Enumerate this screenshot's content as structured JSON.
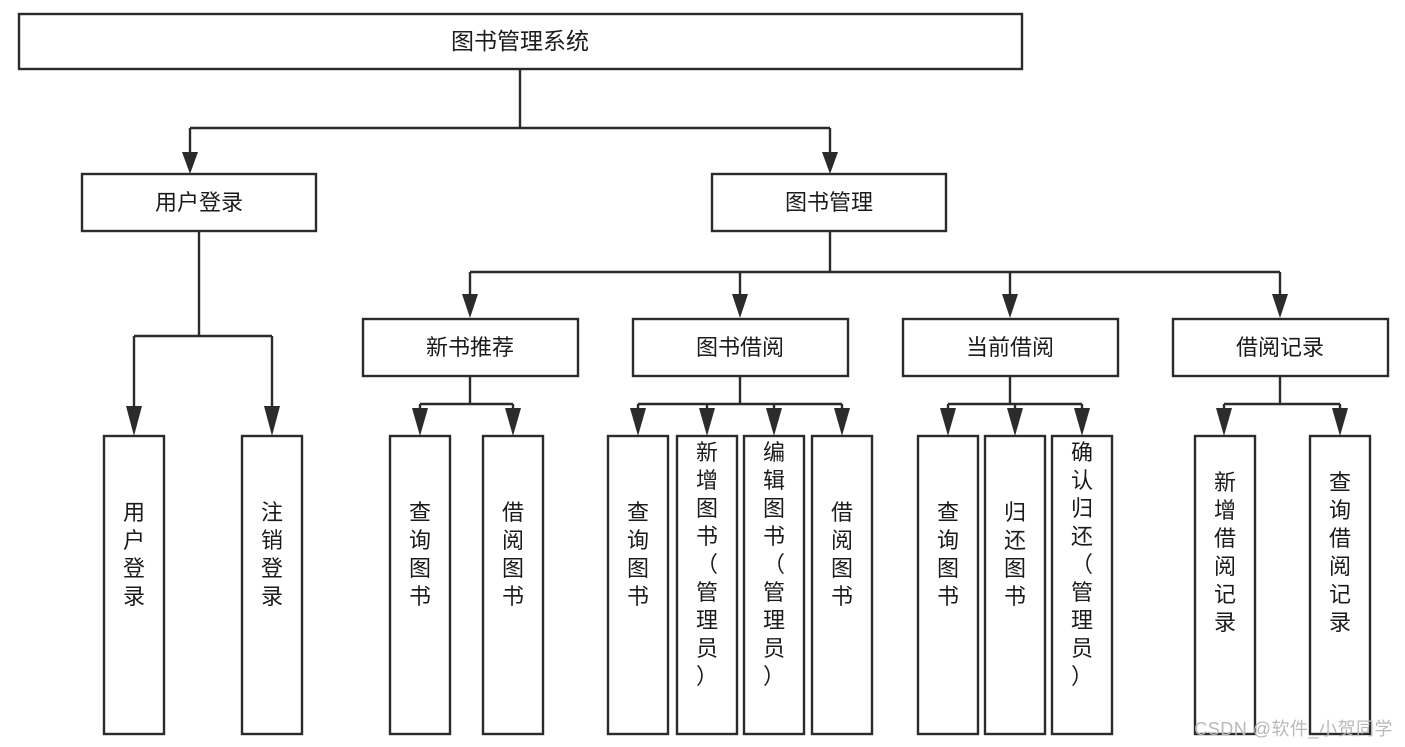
{
  "diagram": {
    "title": "图书管理系统",
    "type": "hierarchy-tree",
    "watermark": "CSDN @软件_小贺同学",
    "colors": {
      "stroke": "#2b2b2b",
      "box_fill": "#ffffff",
      "text": "#1b1b1b",
      "background": "#ffffff",
      "watermark": "#b9b9b9"
    },
    "root": {
      "label": "图书管理系统"
    },
    "level2": [
      {
        "label": "用户登录"
      },
      {
        "label": "图书管理"
      }
    ],
    "level3": [
      {
        "label": "新书推荐"
      },
      {
        "label": "图书借阅"
      },
      {
        "label": "当前借阅"
      },
      {
        "label": "借阅记录"
      }
    ],
    "leaves": {
      "user_login": [
        {
          "label": "用户登录"
        },
        {
          "label": "注销登录"
        }
      ],
      "new_book_recommend": [
        {
          "label": "查询图书"
        },
        {
          "label": "借阅图书"
        }
      ],
      "book_borrow": [
        {
          "label": "查询图书"
        },
        {
          "label": "新增图书（管理员）"
        },
        {
          "label": "编辑图书（管理员）"
        },
        {
          "label": "借阅图书"
        }
      ],
      "current_borrow": [
        {
          "label": "查询图书"
        },
        {
          "label": "归还图书"
        },
        {
          "label": "确认归还（管理员）"
        }
      ],
      "borrow_records": [
        {
          "label": "新增借阅记录"
        },
        {
          "label": "查询借阅记录"
        }
      ]
    }
  }
}
